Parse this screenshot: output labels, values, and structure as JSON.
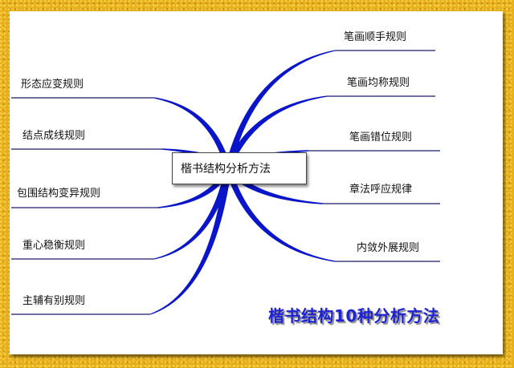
{
  "center": {
    "label": "楷书结构分析方法"
  },
  "left_branches": [
    {
      "label": "形态应变规则"
    },
    {
      "label": "结点成线规则"
    },
    {
      "label": "包围结构变异规则"
    },
    {
      "label": "重心稳衡规则"
    },
    {
      "label": "主辅有别规则"
    }
  ],
  "right_branches": [
    {
      "label": "笔画顺手规则"
    },
    {
      "label": "笔画均称规则"
    },
    {
      "label": "笔画错位规则"
    },
    {
      "label": "章法呼应规律"
    },
    {
      "label": "内敛外展规则"
    }
  ],
  "overlay_title": "楷书结构10种分析方法",
  "colors": {
    "branch": "#0A14C8",
    "title": "#1E22D0",
    "frame": "#E8B01A",
    "underline": "#1A1A6A"
  }
}
